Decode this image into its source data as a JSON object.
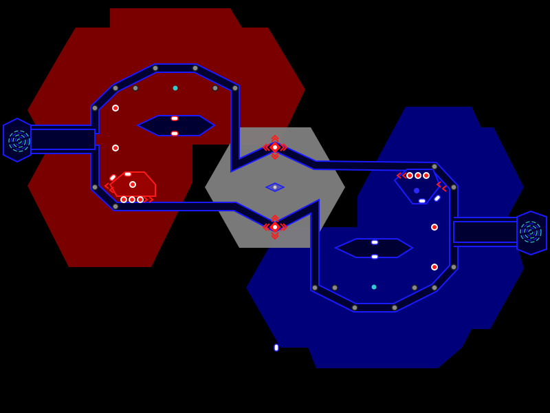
{
  "screen": {
    "type": "strategy-map"
  },
  "colors": {
    "background": "#000000",
    "red_territory": "#7a0000",
    "blue_territory": "#00007a",
    "neutral_territory": "#7f7f7f",
    "corridor": "#000033",
    "corridor_edge": "#1a1aff",
    "red_unit": "#ff1a1a",
    "blue_unit": "#2a2aff",
    "node": "#8a8a8a",
    "cyan": "#33cccc"
  },
  "factions": [
    {
      "name": "red",
      "base_icon": "spiral-icon"
    },
    {
      "name": "blue",
      "base_icon": "spiral-icon"
    }
  ],
  "icons": {
    "node": "circle-node-icon",
    "unit": "unit-circle-icon",
    "chevron": "chevron-arrow-icon",
    "capsule": "capsule-icon",
    "base": "spiral-icon",
    "hub": "diamond-hub-icon"
  }
}
